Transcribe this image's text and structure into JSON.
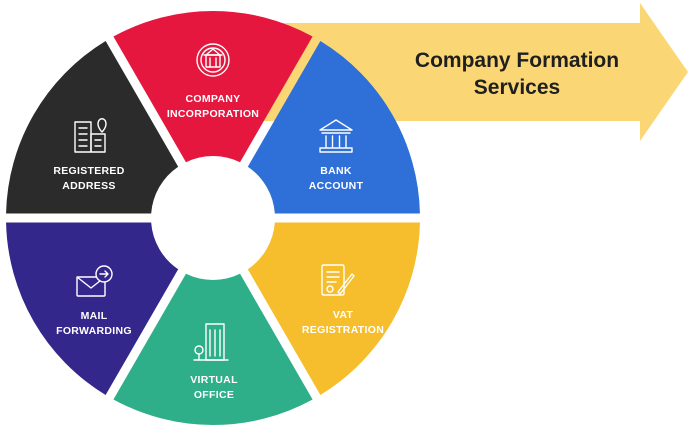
{
  "banner": {
    "line1": "Company Formation",
    "line2": "Services",
    "color": "#FAD774"
  },
  "segments": [
    {
      "id": "company-incorporation",
      "line1": "COMPANY",
      "line2": "INCORPORATION",
      "color": "#E5173F",
      "icon": "building-seal-icon"
    },
    {
      "id": "bank-account",
      "line1": "BANK",
      "line2": "ACCOUNT",
      "color": "#2E6FD8",
      "icon": "bank-icon"
    },
    {
      "id": "vat-registration",
      "line1": "VAT",
      "line2": "REGISTRATION",
      "color": "#F6BE2C",
      "icon": "signed-document-icon"
    },
    {
      "id": "virtual-office",
      "line1": "VIRTUAL",
      "line2": "OFFICE",
      "color": "#2FAE8A",
      "icon": "office-tower-icon"
    },
    {
      "id": "mail-forwarding",
      "line1": "MAIL",
      "line2": "FORWARDING",
      "color": "#34278C",
      "icon": "mail-forward-icon"
    },
    {
      "id": "registered-address",
      "line1": "REGISTERED",
      "line2": "ADDRESS",
      "color": "#2B2B2B",
      "icon": "address-building-icon"
    }
  ]
}
